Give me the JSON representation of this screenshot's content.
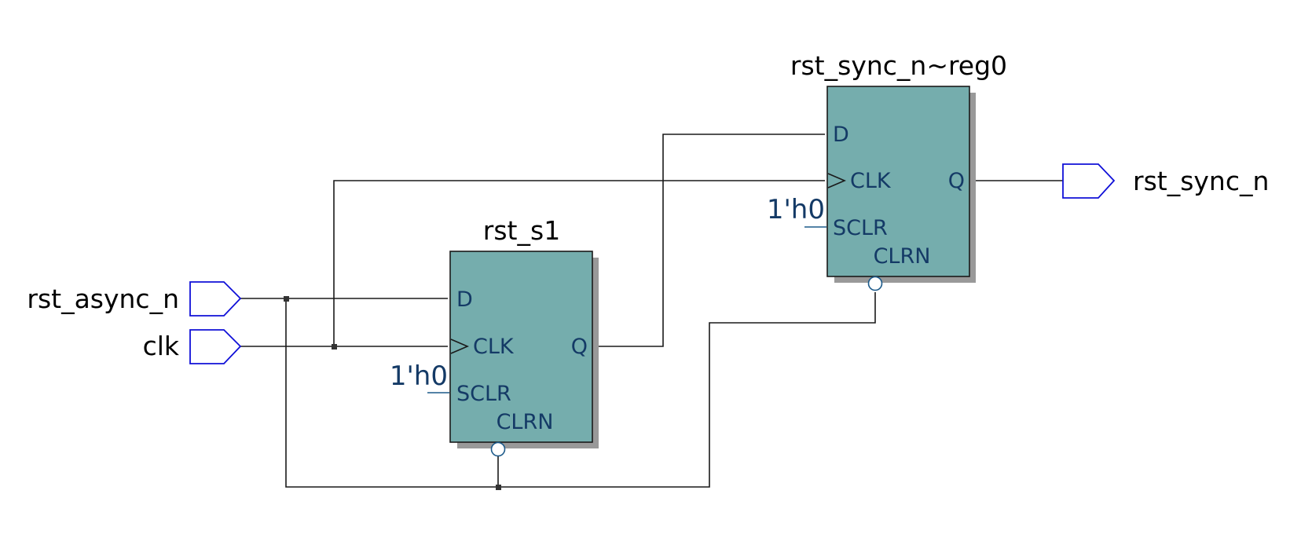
{
  "diagram": {
    "ports": {
      "rst_async_n": "rst_async_n",
      "clk": "clk",
      "rst_sync_n": "rst_sync_n"
    },
    "registers": [
      {
        "name": "rst_s1",
        "pins": {
          "d": "D",
          "clk": "CLK",
          "q": "Q",
          "sclr": "SCLR",
          "clrn": "CLRN"
        },
        "sclr_const": "1'h0"
      },
      {
        "name": "rst_sync_n~reg0",
        "pins": {
          "d": "D",
          "clk": "CLK",
          "q": "Q",
          "sclr": "SCLR",
          "clrn": "CLRN"
        },
        "sclr_const": "1'h0"
      }
    ]
  },
  "colors": {
    "block_fill": "#75adad",
    "block_shadow": "#999999",
    "port_outline": "#1010d8",
    "pin_text": "#143a66",
    "wire": "#1a1a1a"
  }
}
